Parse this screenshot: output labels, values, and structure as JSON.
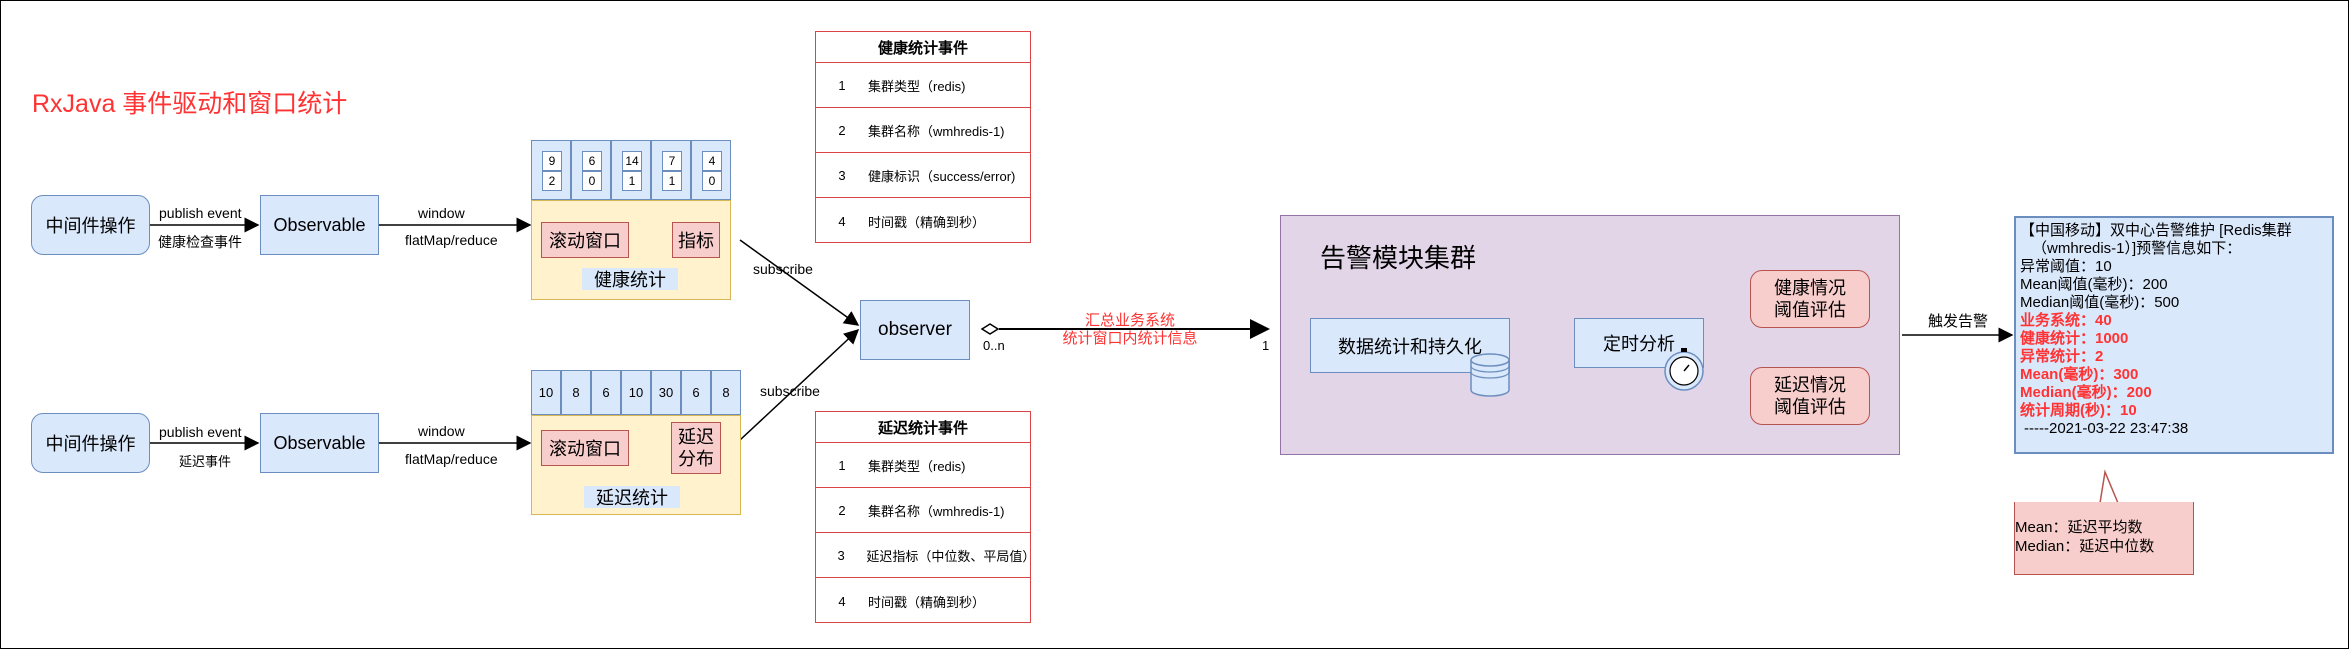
{
  "title": "RxJava 事件驱动和窗口统计",
  "top_row": {
    "middleware": "中间件操作",
    "event_label_1": "publish event",
    "event_label_2": "健康检查事件",
    "observable": "Observable",
    "window_label": "window",
    "flatmap_label": "flatMap/reduce",
    "window_cells": [
      {
        "a": "9",
        "b": "2"
      },
      {
        "a": "6",
        "b": "0"
      },
      {
        "a": "14",
        "b": "1"
      },
      {
        "a": "7",
        "b": "1"
      },
      {
        "a": "4",
        "b": "0"
      }
    ],
    "rolling": "滚动窗口",
    "metric": "指标",
    "caption": "健康统计",
    "subscribe": "subscribe"
  },
  "bottom_row": {
    "middleware": "中间件操作",
    "event_label_1": "publish event",
    "event_label_2": "延迟事件",
    "observable": "Observable",
    "window_label": "window",
    "flatmap_label": "flatMap/reduce",
    "window_cells": [
      "10",
      "8",
      "6",
      "10",
      "30",
      "6",
      "8"
    ],
    "rolling": "滚动窗口",
    "metric_line1": "延迟",
    "metric_line2": "分布",
    "caption": "延迟统计",
    "subscribe": "subscribe"
  },
  "health_table": {
    "header": "健康统计事件",
    "rows": [
      {
        "idx": "1",
        "desc": "集群类型（redis)"
      },
      {
        "idx": "2",
        "desc": "集群名称（wmhredis-1)"
      },
      {
        "idx": "3",
        "desc": "健康标识（success/error)"
      },
      {
        "idx": "4",
        "desc": "时间戳（精确到秒）"
      }
    ]
  },
  "latency_table": {
    "header": "延迟统计事件",
    "rows": [
      {
        "idx": "1",
        "desc": "集群类型（redis)"
      },
      {
        "idx": "2",
        "desc": "集群名称（wmhredis-1)"
      },
      {
        "idx": "3",
        "desc": "延迟指标（中位数、平局值）"
      },
      {
        "idx": "4",
        "desc": "时间戳（精确到秒）"
      }
    ]
  },
  "observer": {
    "label": "observer",
    "mult_left": "0..n",
    "mult_right": "1",
    "assoc_line1": "汇总业务系统",
    "assoc_line2": "统计窗口内统计信息"
  },
  "cluster": {
    "title": "告警模块集群",
    "persist": "数据统计和持久化",
    "timer": "定时分析",
    "health_eval_1": "健康情况",
    "health_eval_2": "阈值评估",
    "latency_eval_1": "延迟情况",
    "latency_eval_2": "阈值评估"
  },
  "trigger": "触发告警",
  "alert": {
    "line1": "【中国移动】双中心告警维护  [Redis集群",
    "line2": "（wmhredis-1）]预警信息如下：",
    "plain": [
      "异常阈值：10",
      "Mean阈值(毫秒)：200",
      "Median阈值(毫秒)：500"
    ],
    "highlight": [
      "业务系统：40",
      "健康统计：1000",
      "异常统计：2",
      "Mean(毫秒)：300",
      "Median(毫秒)：200",
      "统计周期(秒)：10"
    ],
    "footer": "-----2021-03-22 23:47:38"
  },
  "note": {
    "line1": "Mean：延迟平均数",
    "line2": "Median：延迟中位数"
  },
  "colors": {
    "red": "#ff3333",
    "blue_fill": "#dae8fc",
    "blue_stroke": "#6c8ebf",
    "yellow_fill": "#fff2cc",
    "pink_fill": "#f8cecc",
    "purple_fill": "#e1d5e7"
  }
}
